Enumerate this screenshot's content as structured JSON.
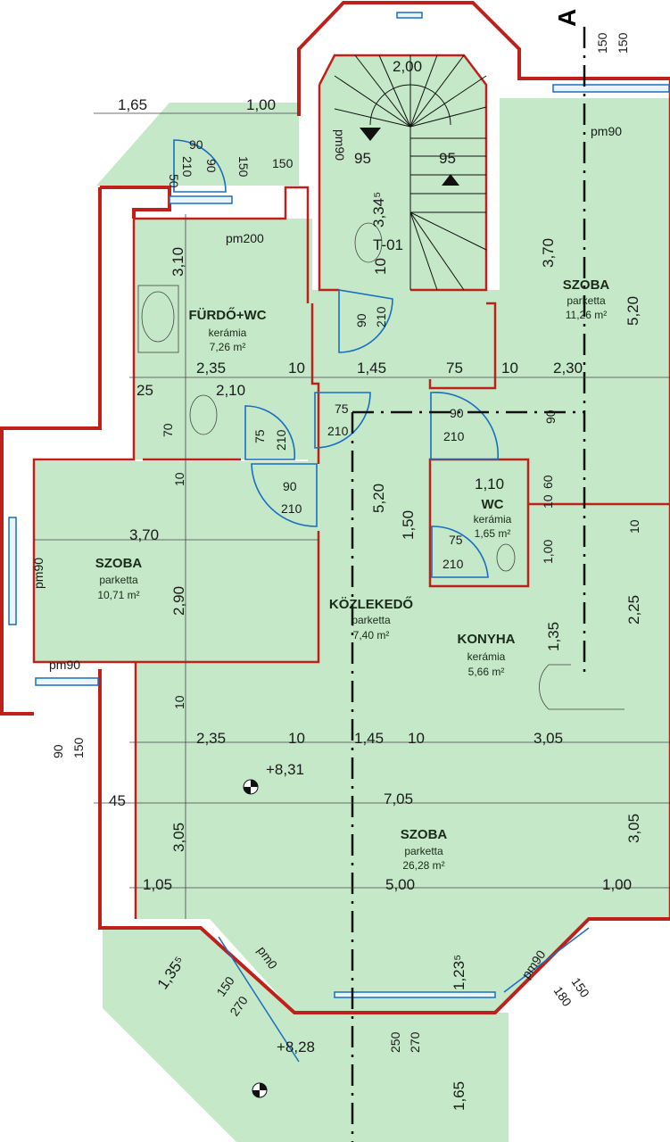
{
  "colors": {
    "floor": "#c5e8c9",
    "wall": "#c0201a",
    "door": "#1a6ec0"
  },
  "section_marker": "A",
  "rooms": {
    "bath": {
      "name": "FÜRDŐ+WC",
      "floor": "kerámia",
      "area": "7,26 m²"
    },
    "room_ne": {
      "name": "SZOBA",
      "floor": "parketta",
      "area": "11,26 m²"
    },
    "room_w": {
      "name": "SZOBA",
      "floor": "parketta",
      "area": "10,71 m²"
    },
    "hall": {
      "name": "KÖZLEKEDŐ",
      "floor": "parketta",
      "area": "7,40 m²"
    },
    "kitchen": {
      "name": "KONYHA",
      "floor": "kerámia",
      "area": "5,66 m²"
    },
    "wc": {
      "name": "WC",
      "floor": "kerámia",
      "area": "1,65 m²"
    },
    "room_s": {
      "name": "SZOBA",
      "floor": "parketta",
      "area": "26,28 m²"
    }
  },
  "stair_tag": "T-01",
  "levels": [
    "+8,31",
    "+8,28"
  ],
  "dims": [
    "1,65",
    "1,00",
    "2,00",
    "90",
    "50",
    "150",
    "95",
    "95",
    "pm90",
    "3,34⁵",
    "10",
    "90",
    "210",
    "pm90",
    "3,70",
    "5,20",
    "210",
    "90",
    "150",
    "pm200",
    "3,10",
    "2,35",
    "10",
    "1,45",
    "75",
    "10",
    "2,30",
    "25",
    "2,10",
    "70",
    "75",
    "210",
    "75",
    "210",
    "90",
    "210",
    "90",
    "10",
    "90",
    "210",
    "5,20",
    "1,50",
    "1,10",
    "60",
    "10",
    "10",
    "1,00",
    "75",
    "210",
    "3,70",
    "pm90",
    "2,90",
    "2,25",
    "1,35",
    "pm90",
    "10",
    "90",
    "150",
    "2,35",
    "10",
    "1,45",
    "10",
    "3,05",
    "45",
    "7,05",
    "3,05",
    "3,05",
    "1,05",
    "5,00",
    "1,00",
    "pm0",
    "1,23⁵",
    "pm90",
    "1,35⁵",
    "150",
    "270",
    "150",
    "180",
    "250",
    "270",
    "1,65",
    "150",
    "150"
  ]
}
